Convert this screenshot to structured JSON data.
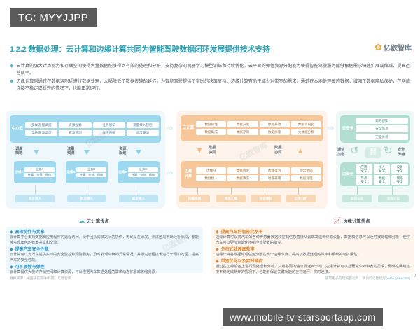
{
  "overlay": {
    "tag_badge": "TG: MYYJJPP",
    "url_badge": "www.mobile-tv-starsportapp.com"
  },
  "header": {
    "title": "1.2.2 数据处理：云计算和边缘计算共同为智能驾驶数据闭环发展提供技术支持",
    "logo_mark": "leaf-icon",
    "logo_text": "亿欧智库"
  },
  "intro_bullets": [
    "云计算的强大计算能力和存储空间使得大量数据能够得到有效的处理和分析，支持复杂的机器学习模型训练和持续优化。云平台的弹性资源分配能力使得智能驾驶服务能够根据需求快速扩展或缩减，提高运营效率。",
    "边缘计算则通过在数据源附近进行数据处理，大幅降低了数据传输的延迟，为智能驾驶提供了实时的决策支持。边缘计算有助于减少对带宽的需求，通过在本地处理敏感数据，增强了数据隐私保护，在网络连接不稳定或断开的情况下，也能正常运行。"
  ],
  "diagram": {
    "cloud_center": {
      "label": "中心云",
      "rows": [
        [
          "多样流\n程调度",
          "资源规划",
          "业务感知",
          "流量接入管控"
        ],
        [
          "全局资\n源调度",
          "资源监测",
          "弹性伸缩",
          "调度算法"
        ]
      ]
    },
    "flow_labels": [
      "调度\n策略",
      "流量\n预测",
      "资源\n规划"
    ],
    "edge_nodes": [
      {
        "label": "边缘A",
        "service": "业务A",
        "resources": "计算、存储、网络",
        "access": "就近接入"
      },
      {
        "label": "边缘B",
        "service": "业务B",
        "resources": "计算、存储、网络",
        "access": "就近接入"
      },
      {
        "label": "边缘C",
        "service": "业务C",
        "resources": "计算、存储、网络",
        "access": "就近接入"
      }
    ],
    "cloud_compute": {
      "label": "云计算",
      "rows": [
        [
          "数据管理",
          "数据开发",
          "数据开放",
          "数据可视化"
        ],
        [
          "数据集成",
          "数据存储",
          "数据质量",
          "大数据分析"
        ]
      ]
    },
    "coop_labels": [
      "数据\n协同",
      "数据\n协同"
    ],
    "edge_compute": {
      "label": "边缘\n计算",
      "rows": [
        [
          "边缘AI",
          "数据转发",
          "边缘自治",
          "边云协同"
        ],
        [
          "数据接入",
          "数据清洗",
          "时序存储",
          "数据处理"
        ]
      ]
    },
    "orange_pills": [
      "终端采集",
      "网关汇聚",
      "协议解析",
      "边缘分析"
    ],
    "cloud_security": {
      "label": "云安全",
      "items": [
        "态势感知",
        "安全监测",
        "安全关机"
      ]
    },
    "security_cycle": {
      "center": "通道\n安全",
      "left_label": "通信\n加密",
      "right_label": "安全\n传输"
    },
    "edge_security": {
      "label": "边安全",
      "rows": [
        [
          "应用\n安全",
          "接入\n安全",
          "设备\n安全"
        ],
        [
          "节点\n安全",
          "数据\n安全",
          "网络\n安全"
        ]
      ]
    },
    "green_pills": [
      "双向认证",
      "双向认证"
    ]
  },
  "legend": {
    "cloud": {
      "icon": "cloud-icon",
      "label": "云计算优点"
    },
    "edge": {
      "icon": "edge-chart-icon",
      "label": "边缘计算优点"
    }
  },
  "advantages": {
    "cloud": [
      {
        "head": "高效协作与共享",
        "body": "云计算平台支持数据和应用程序的远程访问，便于团队成员之间的协作，无论是在研发、测试还是市场分析阶段，都能够实现角色的统筹共享和交流。"
      },
      {
        "head": "提高汽车安全性能",
        "body": "云计算可以为汽车提供实时的安全监控和预警服务，及时发现车辆的异常情况，并通过远程技术进行干预和处理，提高汽车的安全性能。"
      },
      {
        "head": "可扩展性与弹性",
        "body": "云计算提供大量的存储空间和计算资源，可以根据汽车数据处理的需求动态扩展或收缩资源。"
      }
    ],
    "edge": [
      {
        "head": "提高汽车的智能化水平",
        "body": "边缘计算可以将汽车的各种传感器数据和控制信息直接从云端发送到终端设备，数据和信息可以及时被处理和分析，使得汽车可以更加智能化地响应驾驶者的指令。"
      },
      {
        "head": "分布式处理高效率",
        "body": "边缘计算将数据处理任务分散在多个边缘节点，提高了数据处理的效率和系统的可扩展性。"
      },
      {
        "head": "带宽优化以及实时响应",
        "body": "通过在边缘设备上进行预处理和分析，只将必要的信息发送到云端，边缘计算可以显著减少对带宽的需求。即使在网络连接不稳定或断开的情况下，也能够保证关键功能的正常运行，实时连接。"
      }
    ]
  },
  "footer": {
    "source": "数据来源：中国通信院/中科院，亿欧智库",
    "note": "获取更多处理报告栏目，请访问亿欧智库",
    "note_link": "(www.iyiou.com)",
    "page": "9"
  },
  "watermark": "亿欧智库",
  "colors": {
    "accent_blue": "#2aa3b8",
    "cloud_blue": "#9ed8ee",
    "edge_orange": "#f5c79a",
    "security_green": "#b3ded2"
  }
}
